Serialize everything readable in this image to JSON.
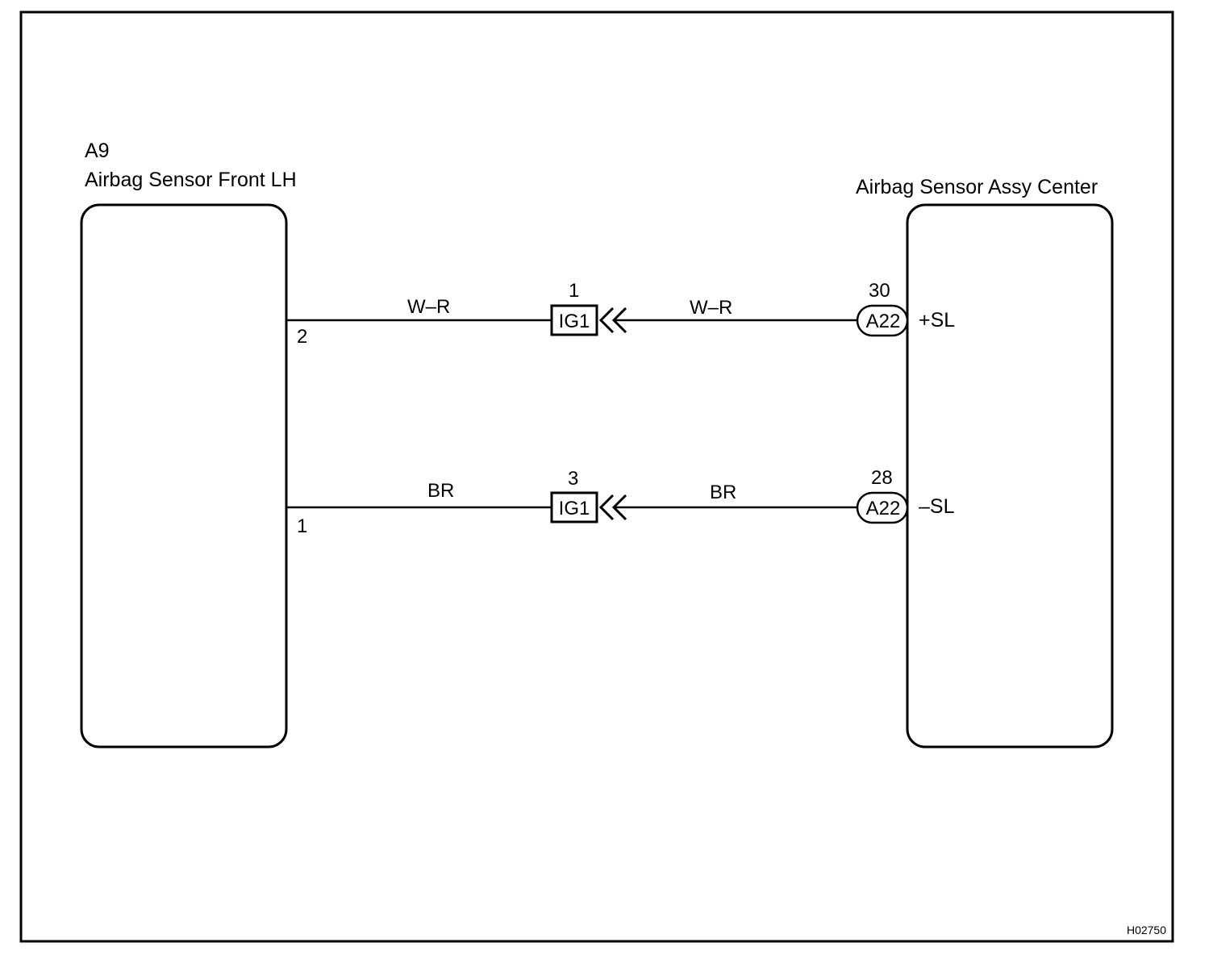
{
  "figure_code": "H02750",
  "left_component": {
    "code": "A9",
    "name": "Airbag Sensor Front LH",
    "pins": [
      "2",
      "1"
    ]
  },
  "right_component": {
    "name": "Airbag Sensor Assy Center",
    "terminals": [
      "+SL",
      "–SL"
    ]
  },
  "circuits": [
    {
      "left_pin": "2",
      "wire_left": "W–R",
      "junction_pin": "1",
      "junction_connector": "IG1",
      "wire_right": "W–R",
      "ecu_pin": "30",
      "ecu_connector": "A22",
      "ecu_terminal": "+SL"
    },
    {
      "left_pin": "1",
      "wire_left": "BR",
      "junction_pin": "3",
      "junction_connector": "IG1",
      "wire_right": "BR",
      "ecu_pin": "28",
      "ecu_connector": "A22",
      "ecu_terminal": "–SL"
    }
  ]
}
